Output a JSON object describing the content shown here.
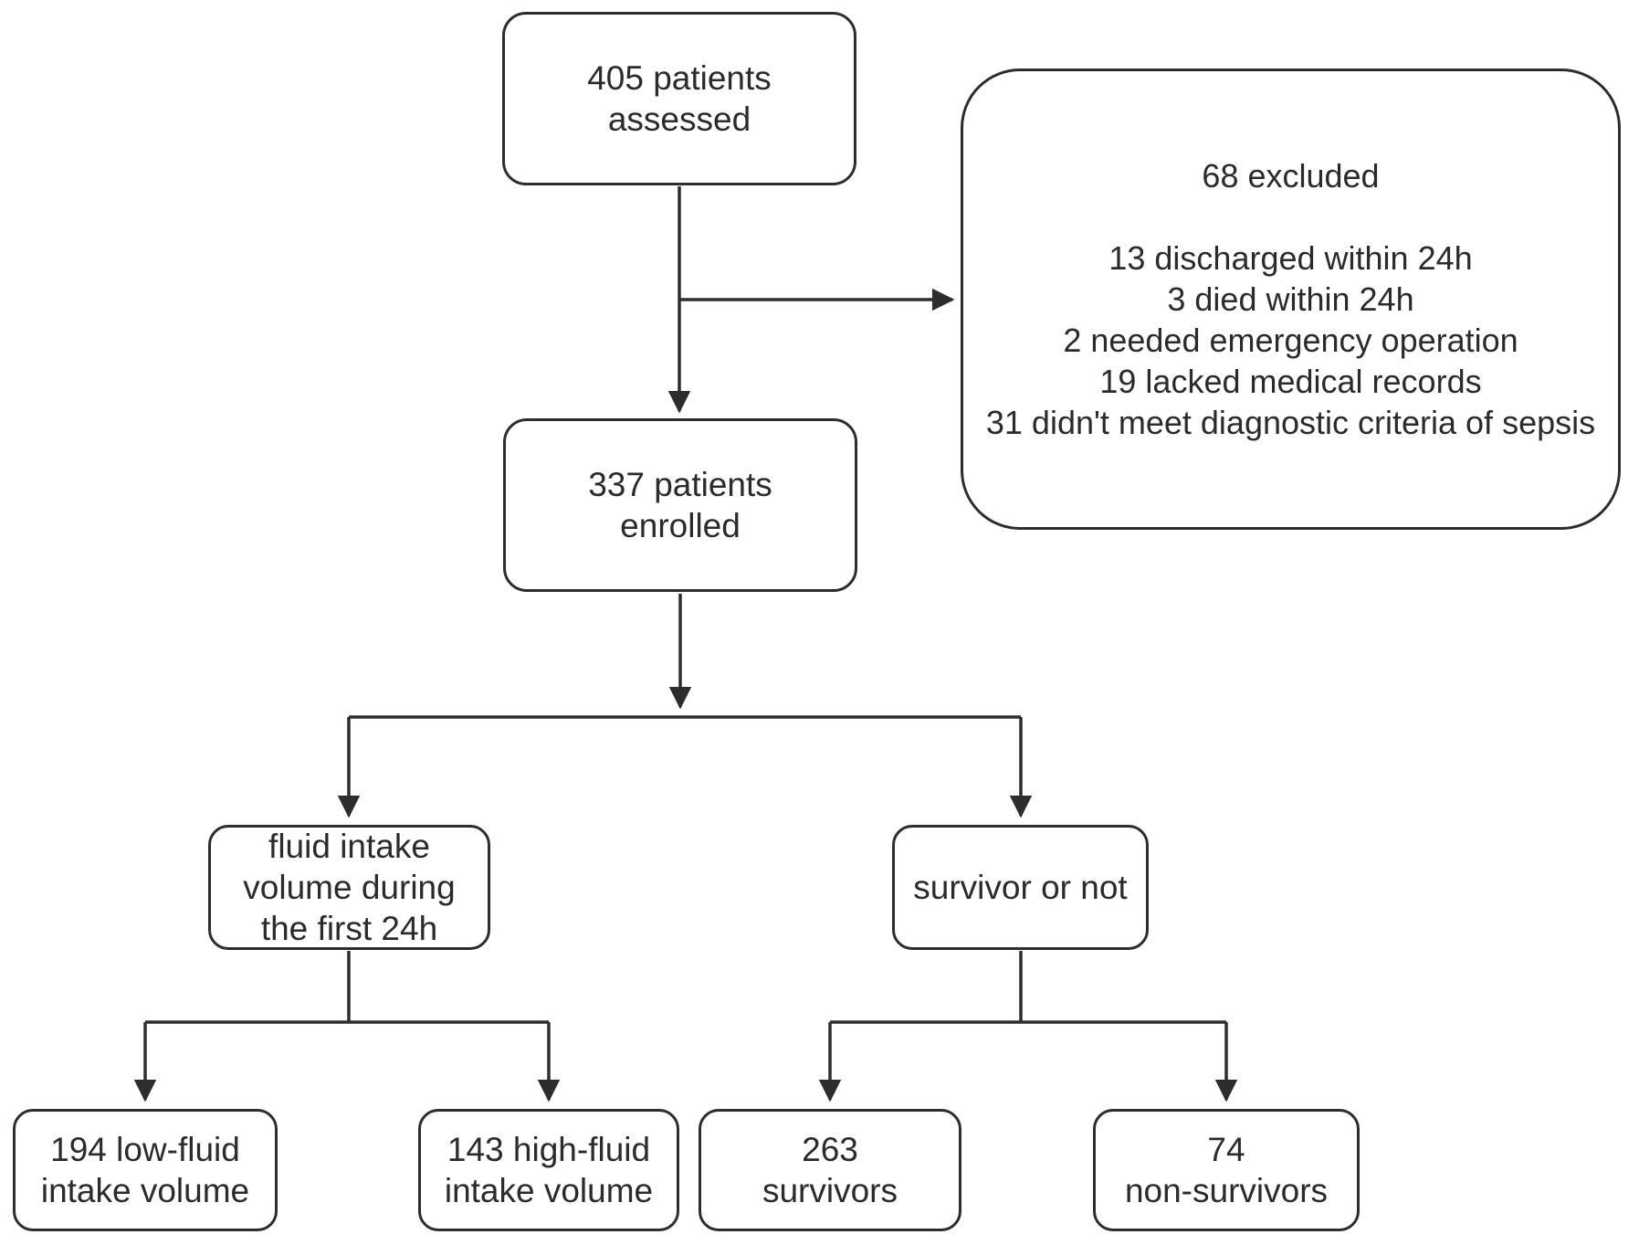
{
  "style": {
    "background": "#ffffff",
    "line_color": "#2d2d2d",
    "text_color": "#2b2b2b"
  },
  "nodes": {
    "assessed": {
      "lines": [
        "405 patients",
        "assessed"
      ]
    },
    "excluded": {
      "title": "68 excluded",
      "items": [
        "13 discharged within 24h",
        "3 died within 24h",
        "2 needed emergency operation",
        "19 lacked medical records",
        "31 didn't meet diagnostic criteria of sepsis"
      ]
    },
    "enrolled": {
      "lines": [
        "337 patients",
        "enrolled"
      ]
    },
    "fluid_group": {
      "lines": [
        "fluid intake",
        "volume during",
        "the first 24h"
      ]
    },
    "survivor_group": {
      "lines": [
        "survivor or not"
      ]
    },
    "low_fluid": {
      "lines": [
        "194 low-fluid",
        "intake volume"
      ]
    },
    "high_fluid": {
      "lines": [
        "143 high-fluid",
        "intake volume"
      ]
    },
    "survivors": {
      "lines": [
        "263",
        "survivors"
      ]
    },
    "non_survivors": {
      "lines": [
        "74",
        "non-survivors"
      ]
    }
  }
}
